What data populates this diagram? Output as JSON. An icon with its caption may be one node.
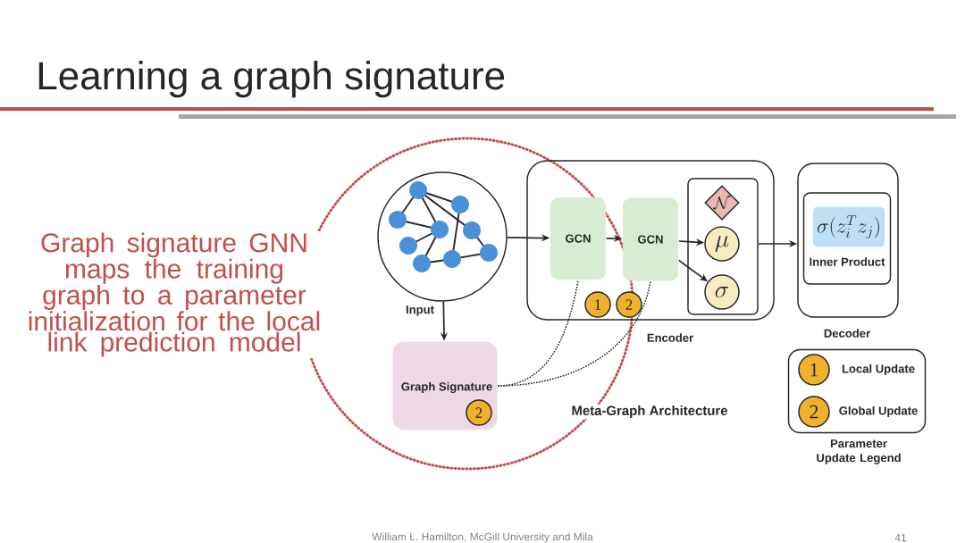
{
  "diagram": {
    "title": "Learning a graph signature",
    "nodes": [
      {
        "text": [],
        "shape": "circle",
        "beside": [
          "Input"
        ]
      },
      {
        "text": [
          "Encoder"
        ]
      },
      {
        "text": [
          "GCN"
        ],
        "in": 1
      },
      {
        "text": [
          "GCN"
        ],
        "in": 1
      },
      {
        "text": [],
        "shape": "box",
        "in": 1
      },
      {
        "text": [
          "\\mathcal{N}"
        ],
        "in": 4
      },
      {
        "text": [
          "\\mu"
        ],
        "in": 4
      },
      {
        "text": [
          "\\sigma"
        ],
        "in": 4
      },
      {
        "text": [
          "1"
        ],
        "in": 1
      },
      {
        "text": [
          "2"
        ],
        "in": 1
      },
      {
        "text": [
          "Decoder"
        ]
      },
      {
        "text": [
          "Inner Product"
        ],
        "in": 10
      },
      {
        "text": [
          "\\sigma(z_i^T z_j)"
        ],
        "in": 11
      },
      {
        "text": [
          "Graph Signature"
        ]
      },
      {
        "text": [
          "2"
        ],
        "in": 13
      },
      {
        "text": [
          "Parameter Update Legend"
        ]
      },
      {
        "text": [
          "1"
        ],
        "in": 15,
        "beside": [
          "Local Update"
        ]
      },
      {
        "text": [
          "2"
        ],
        "in": 15,
        "beside": [
          "Global Update"
        ]
      }
    ],
    "edges": [
      {
        "from": 0,
        "to": 2,
        "arrow": "to"
      },
      {
        "from": 2,
        "to": 3,
        "arrow": "to"
      },
      {
        "from": 3,
        "to": 6,
        "arrow": "to"
      },
      {
        "from": 3,
        "to": 7,
        "arrow": "to"
      },
      {
        "from": 4,
        "to": 10,
        "arrow": "to"
      },
      {
        "from": 0,
        "to": 13,
        "arrow": "to"
      },
      {
        "from": 13,
        "to": 2,
        "arrow": "none",
        "style": "dashed"
      },
      {
        "from": 13,
        "to": 3,
        "arrow": "none",
        "style": "dashed"
      }
    ],
    "labels": [
      "Graph signature GNN maps the training graph to a parameter initialization for the local link prediction model",
      "Meta-Graph Architecture",
      "William L. Hamilton, McGill University and Mila",
      "41"
    ]
  }
}
